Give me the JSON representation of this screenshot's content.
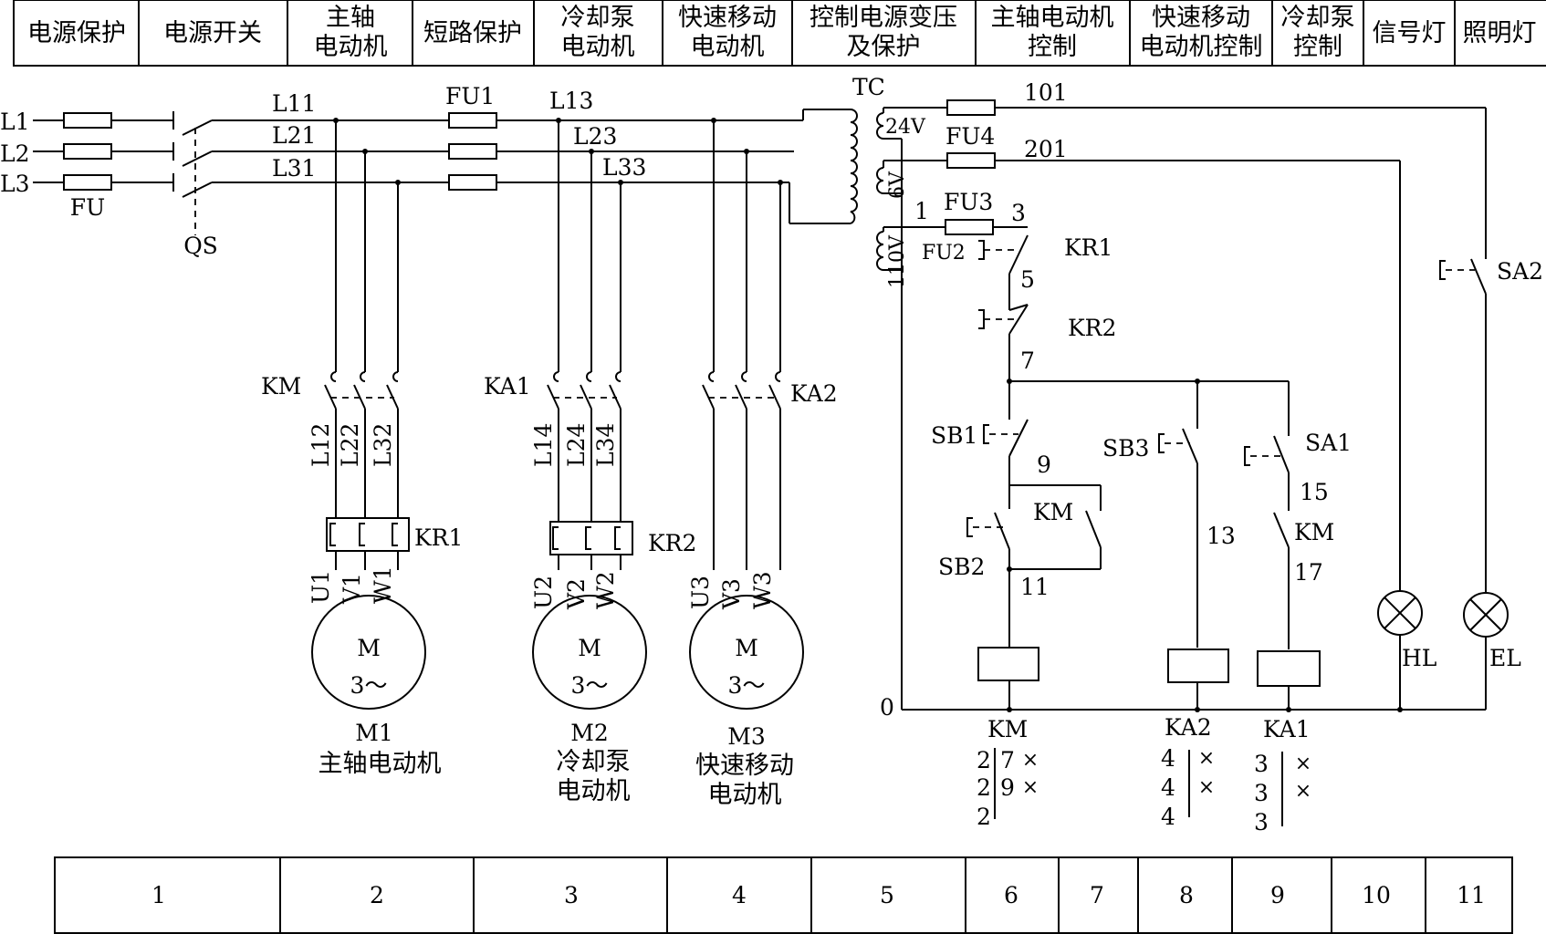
{
  "header": {
    "cells": [
      [
        "电源保护"
      ],
      [
        "电源开关"
      ],
      [
        "主轴",
        "电动机"
      ],
      [
        "短路保护"
      ],
      [
        "冷却泵",
        "电动机"
      ],
      [
        "快速移动",
        "电动机"
      ],
      [
        "控制电源变压",
        "及保护"
      ],
      [
        "主轴电动机",
        "控制"
      ],
      [
        "快速移动",
        "电动机控制"
      ],
      [
        "冷却泵",
        "控制"
      ],
      [
        "信号灯"
      ],
      [
        "照明灯"
      ]
    ]
  },
  "footer": {
    "cells": [
      "1",
      "2",
      "3",
      "4",
      "5",
      "6",
      "7",
      "8",
      "9",
      "10",
      "11"
    ]
  },
  "labels": {
    "L1": "L1",
    "L2": "L2",
    "L3": "L3",
    "FU": "FU",
    "QS": "QS",
    "L11": "L11",
    "L21": "L21",
    "L31": "L31",
    "FU1": "FU1",
    "L13": "L13",
    "L23": "L23",
    "L33": "L33",
    "TC": "TC",
    "v24": "24V",
    "v6": "6V",
    "v110": "110V",
    "FU4": "FU4",
    "FU3": "FU3",
    "FU2": "FU2",
    "n101": "101",
    "n201": "201",
    "n1": "1",
    "n3": "3",
    "n5": "5",
    "n7": "7",
    "n9": "9",
    "n11": "11",
    "n13": "13",
    "n15": "15",
    "n17": "17",
    "n0": "0",
    "KR1": "KR1",
    "KR2": "KR2",
    "SB1": "SB1",
    "SB2": "SB2",
    "SB3": "SB3",
    "SA1": "SA1",
    "SA2": "SA2",
    "KM": "KM",
    "KA1": "KA1",
    "KA2": "KA2",
    "HL": "HL",
    "EL": "EL",
    "L12": "L12",
    "L22": "L22",
    "L32": "L32",
    "L14": "L14",
    "L24": "L24",
    "L34": "L34",
    "U1": "U1",
    "V1": "V1",
    "W1": "W1",
    "U2": "U2",
    "V2": "V2",
    "W2": "W2",
    "U3": "U3",
    "V3": "V3",
    "W3": "W3",
    "M": "M",
    "phase": "3～",
    "M1": "M1",
    "M2": "M2",
    "M3": "M3",
    "m1name": "主轴电动机",
    "m2name1": "冷却泵",
    "m2name2": "电动机",
    "m3name1": "快速移动",
    "m3name2": "电动机"
  },
  "tables": {
    "KM": [
      [
        "2",
        "7",
        "×"
      ],
      [
        "2",
        "9",
        "×"
      ],
      [
        "2",
        "",
        ""
      ]
    ],
    "KA2": [
      [
        "4",
        "",
        "×"
      ],
      [
        "4",
        "",
        "×"
      ],
      [
        "4",
        "",
        ""
      ]
    ],
    "KA1": [
      [
        "3",
        "",
        "×"
      ],
      [
        "3",
        "",
        "×"
      ],
      [
        "3",
        "",
        ""
      ]
    ]
  }
}
